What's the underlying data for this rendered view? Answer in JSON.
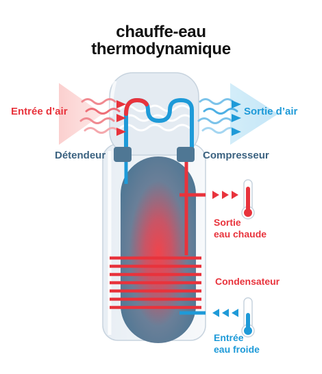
{
  "title": {
    "line1": "chauffe-eau",
    "line2": "thermodynamique"
  },
  "labels": {
    "air_in": "Entrée d’air",
    "air_out": "Sortie d’air",
    "expander": "Détendeur",
    "compressor": "Compresseur",
    "hot_water_out_1": "Sortie",
    "hot_water_out_2": "eau chaude",
    "condenser": "Condensateur",
    "cold_water_in_1": "Entrée",
    "cold_water_in_2": "eau froide"
  },
  "colors": {
    "hot": "#e8333c",
    "cold": "#1e9ad8",
    "tank": "#4f7794",
    "label_steel": "#3b6280",
    "title": "#111111"
  },
  "icons": [
    "thermometer-hot-icon",
    "thermometer-cold-icon",
    "air-inlet-arrow-icon",
    "air-outlet-arrow-icon"
  ]
}
